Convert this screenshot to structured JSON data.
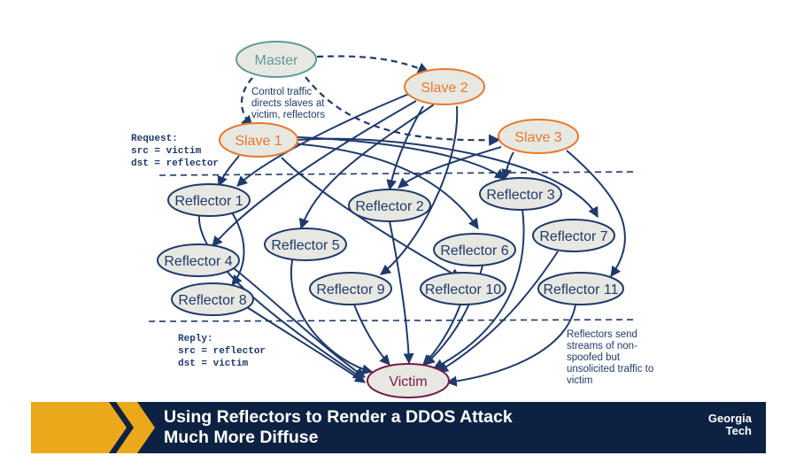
{
  "nodes": {
    "master": "Master",
    "slave1": "Slave 1",
    "slave2": "Slave 2",
    "slave3": "Slave 3",
    "reflector1": "Reflector 1",
    "reflector2": "Reflector 2",
    "reflector3": "Reflector 3",
    "reflector4": "Reflector 4",
    "reflector5": "Reflector 5",
    "reflector6": "Reflector 6",
    "reflector7": "Reflector 7",
    "reflector8": "Reflector 8",
    "reflector9": "Reflector 9",
    "reflector10": "Reflector 10",
    "reflector11": "Reflector 11",
    "victim": "Victim"
  },
  "notes": {
    "control": [
      "Control traffic",
      "directs slaves at",
      "victim, reflectors"
    ],
    "request": [
      "Request:",
      "src = victim",
      "dst = reflector"
    ],
    "reply": [
      "Reply:",
      "src = reflector",
      "dst = victim"
    ],
    "reflectors_send": [
      "Reflectors send",
      "streams of non-",
      "spoofed but",
      "unsolicited traffic to",
      "victim"
    ]
  },
  "banner": {
    "title_line1": "Using Reflectors to Render a DDOS Attack",
    "title_line2": "Much More Diffuse",
    "logo_line1": "Georgia",
    "logo_line2": "Tech"
  },
  "colors": {
    "arrow": "#1f3a6b",
    "node_fill": "#e8e8e2",
    "master_stroke": "#5e9a9a",
    "slave_stroke": "#e8782e",
    "victim_stroke": "#7a1a4a",
    "banner_bg": "#0d2242",
    "banner_gold": "#eaa81a"
  }
}
